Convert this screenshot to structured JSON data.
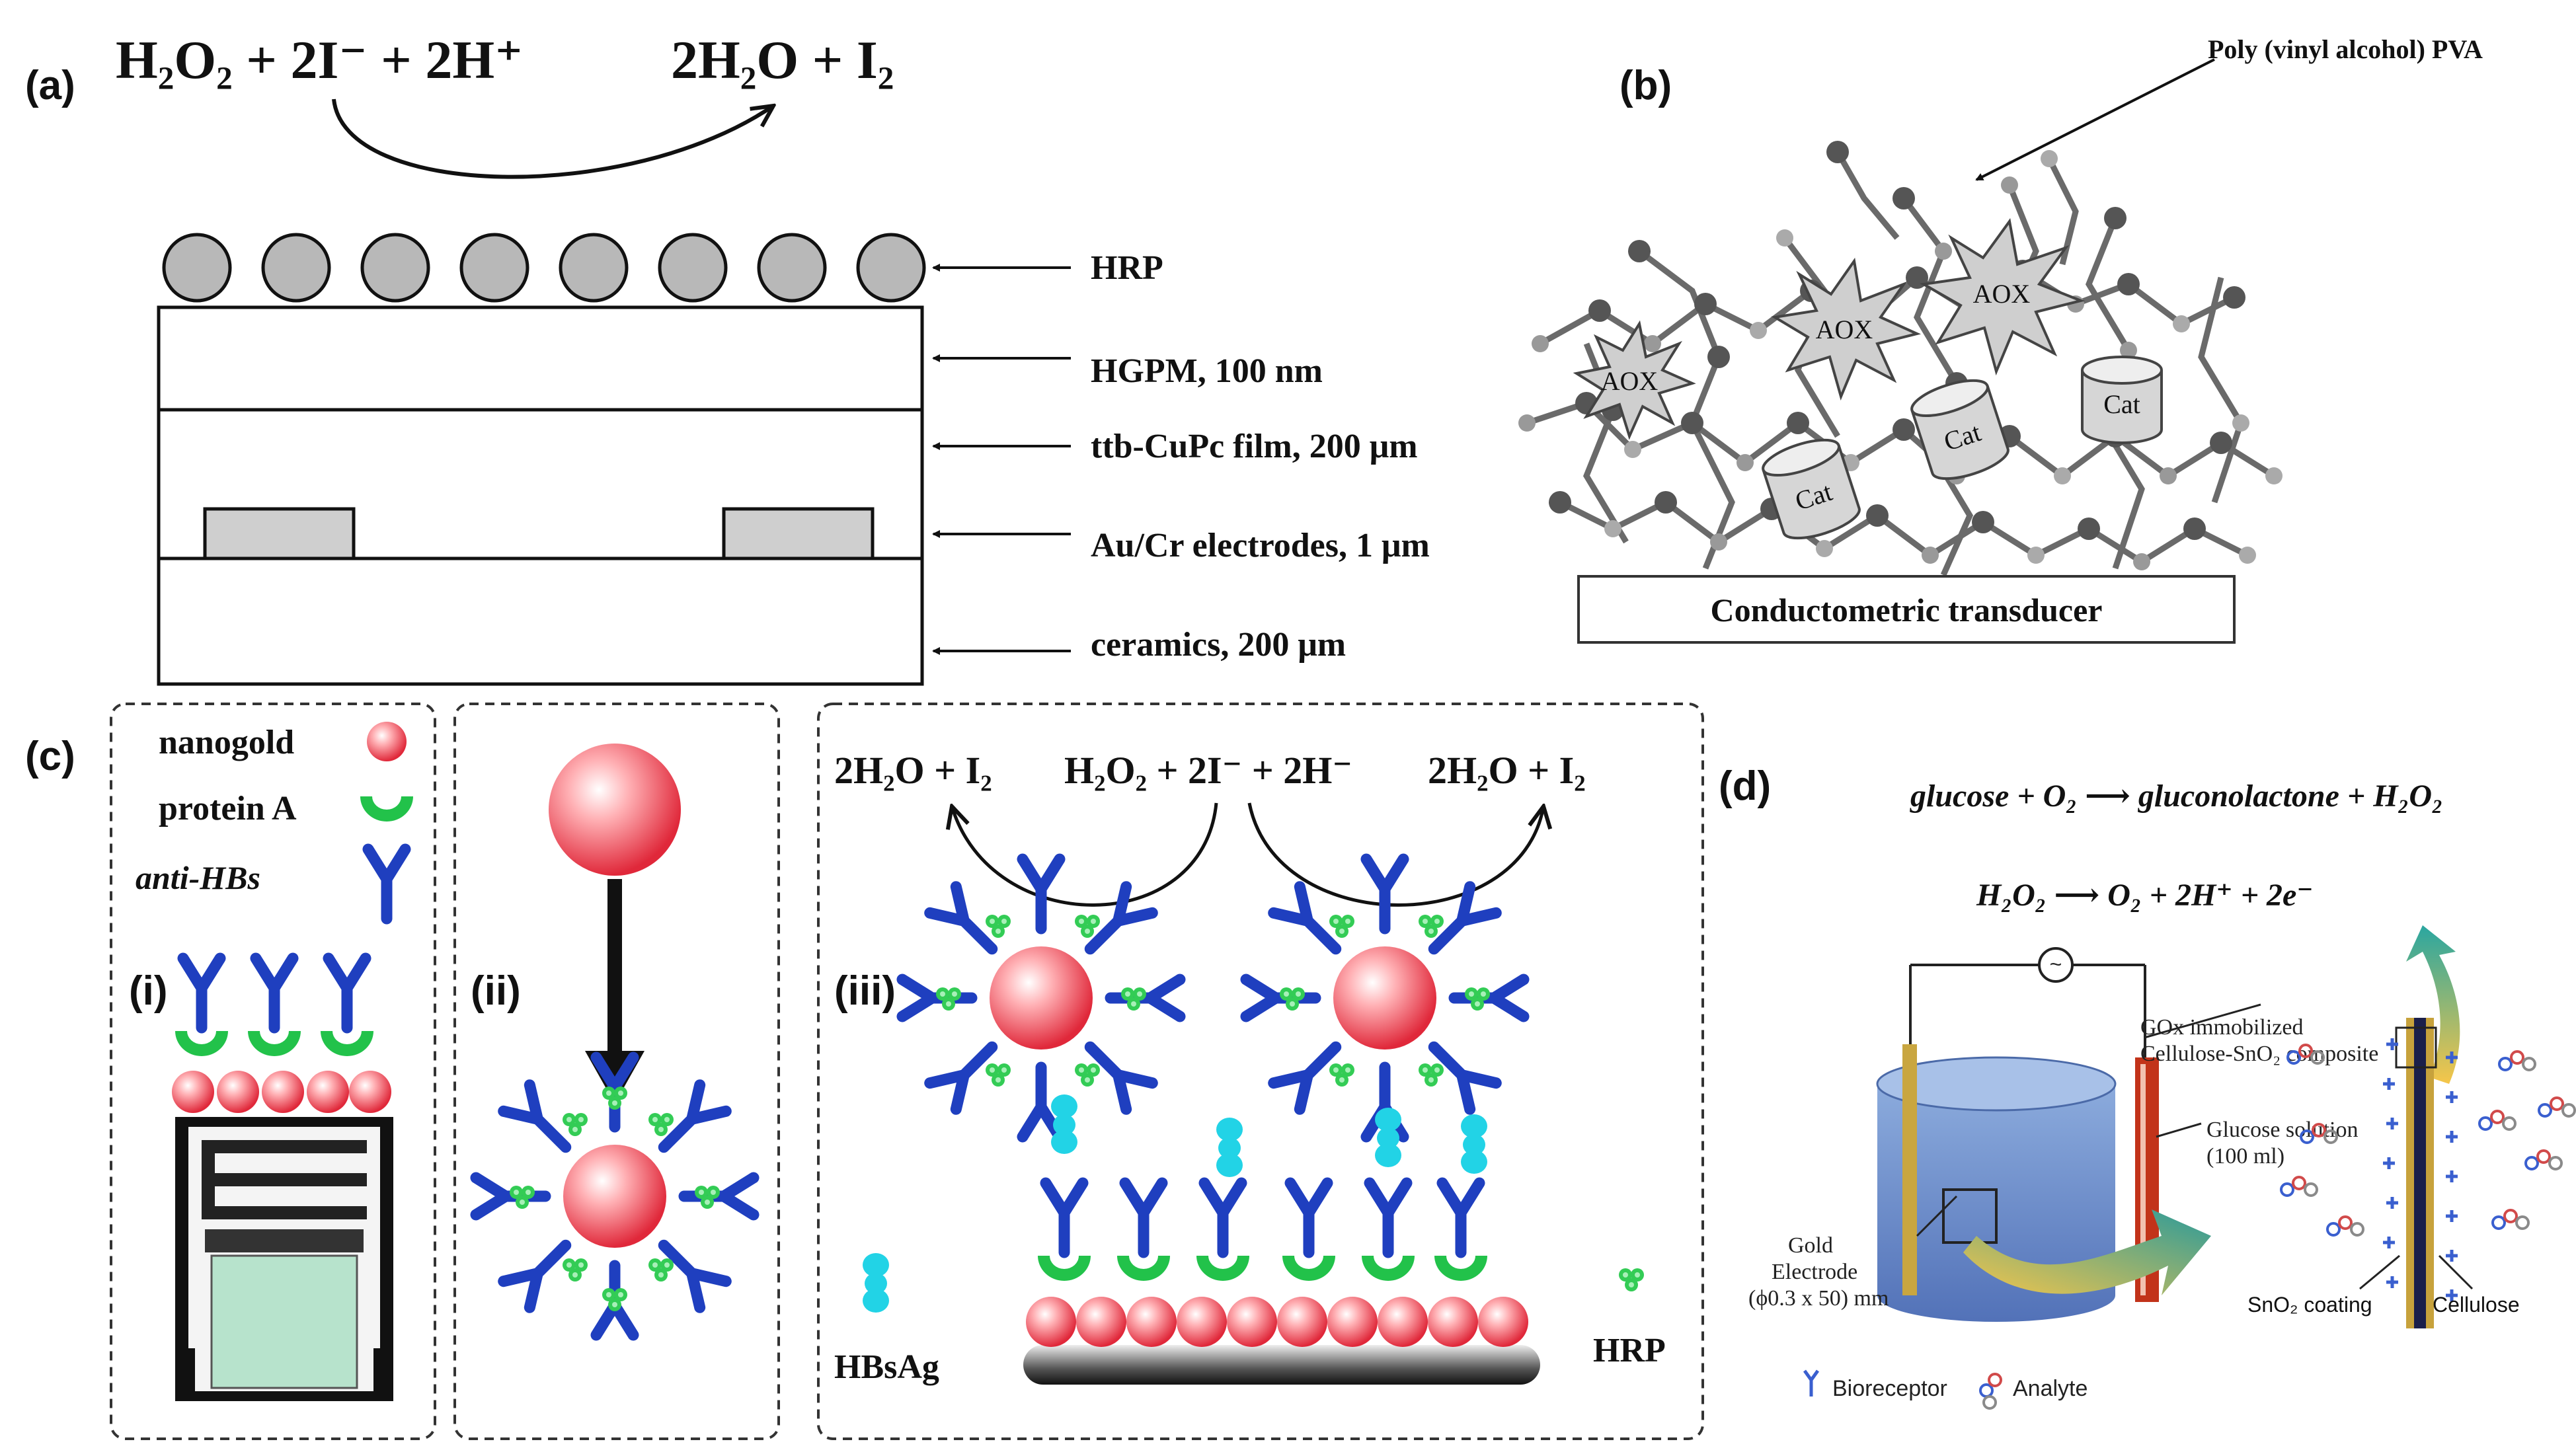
{
  "panel_a": {
    "label": "(a)",
    "eq_left": "H₂O₂ + 2I⁻ + 2H⁺",
    "eq_right": "2H₂O + I₂",
    "layers": [
      "HRP",
      "HGPM, 100 nm",
      "ttb-CuPc film, 200 μm",
      "Au/Cr electrodes, 1 μm",
      "ceramics, 200 μm"
    ]
  },
  "panel_b": {
    "label": "(b)",
    "pva": "Poly (vinyl alcohol) PVA",
    "aox": "AOX",
    "cat": "Cat",
    "transducer": "Conductometric transducer"
  },
  "panel_c": {
    "label": "(c)",
    "legend_nanogold": "nanogold",
    "legend_proteinA": "protein A",
    "legend_antiHBs": "anti-HBs",
    "step_i": "(i)",
    "step_ii": "(ii)",
    "step_iii": "(iii)",
    "eq_left": "2H₂O + I₂",
    "eq_mid": "H₂O₂ + 2I⁻ + 2H⁻",
    "eq_right": "2H₂O + I₂",
    "hbsag": "HBsAg",
    "hrp": "HRP"
  },
  "panel_d": {
    "label": "(d)",
    "eq1": "glucose + O₂ ⟶ gluconolactone + H₂O₂",
    "eq2": "H₂O₂ ⟶ O₂ + 2H⁺ + 2e⁻",
    "gox1": "GOx immobilized",
    "gox2": "Cellulose-SnO₂ composite",
    "glucose1": "Glucose solution",
    "glucose2": "(100 ml)",
    "gold1": "Gold",
    "gold2": "Electrode",
    "gold3": "(ϕ0.3 x 50) mm",
    "sno2": "SnO₂ coating",
    "cellulose": "Cellulose",
    "bioreceptor": "Bioreceptor",
    "analyte": "Analyte"
  },
  "colors": {
    "gold_np": "#ef4450",
    "protein_a": "#22c24a",
    "antibody": "#1f3fbf",
    "hbsag": "#22d3e6",
    "hrp": "#33cc55"
  }
}
